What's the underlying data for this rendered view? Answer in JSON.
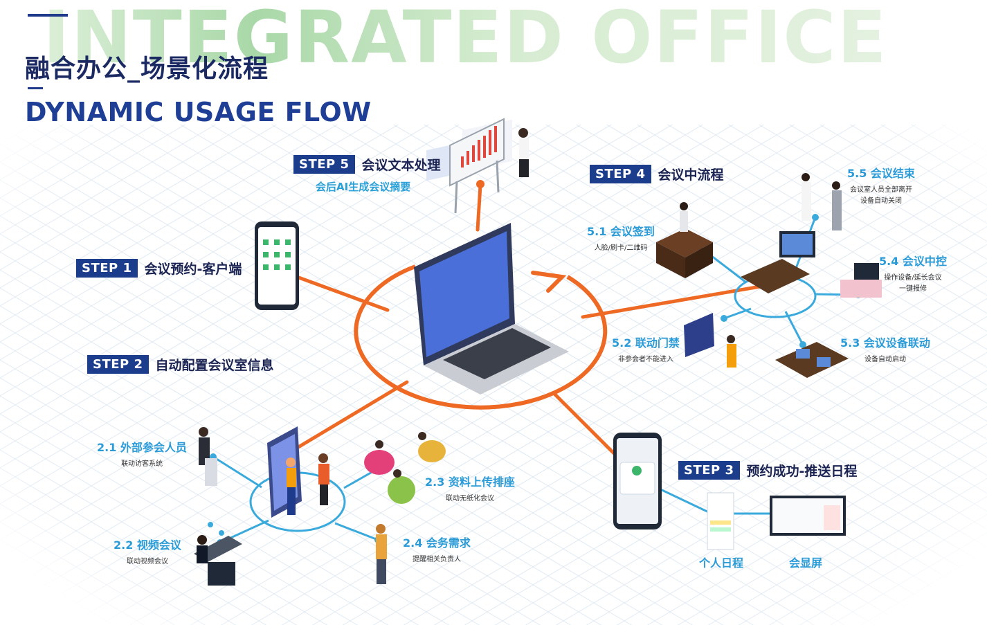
{
  "header": {
    "bg_text": "INTEGRATED OFFICE",
    "title_cn": "融合办公_场景化流程",
    "title_en": "DYNAMIC USAGE FLOW"
  },
  "steps": {
    "s1": {
      "badge": "STEP 1",
      "text": "会议预约-客户端"
    },
    "s2": {
      "badge": "STEP 2",
      "text": "自动配置会议室信息"
    },
    "s3": {
      "badge": "STEP 3",
      "text": "预约成功-推送日程"
    },
    "s4": {
      "badge": "STEP 4",
      "text": "会议中流程"
    },
    "s5": {
      "badge": "STEP 5",
      "text": "会议文本处理",
      "sub": "会后AI生成会议摘要"
    }
  },
  "items": {
    "i21": {
      "title": "2.1 外部参会人员",
      "desc": "联动访客系统"
    },
    "i22": {
      "title": "2.2 视频会议",
      "desc": "联动视频会议"
    },
    "i23": {
      "title": "2.3 资料上传排座",
      "desc": "联动无纸化会议"
    },
    "i24": {
      "title": "2.4 会务需求",
      "desc": "提醒相关负责人"
    },
    "i51": {
      "title": "5.1 会议签到",
      "desc": "人脸/刷卡/二维码"
    },
    "i52": {
      "title": "5.2 联动门禁",
      "desc": "非参会者不能进入"
    },
    "i53": {
      "title": "5.3 会议设备联动",
      "desc": "设备自动启动"
    },
    "i54": {
      "title": "5.4 会议中控",
      "desc": "操作设备/延长会议",
      "desc2": "一键报修"
    },
    "i55": {
      "title": "5.5 会议结束",
      "desc": "会议室人员全部离开",
      "desc2": "设备自动关闭"
    }
  },
  "schedule": {
    "personal": "个人日程",
    "display": "会显屏"
  },
  "colors": {
    "navy": "#1c3c8c",
    "orange": "#ee6a24",
    "cyan": "#3aa9dc",
    "title": "#1b2a63"
  }
}
